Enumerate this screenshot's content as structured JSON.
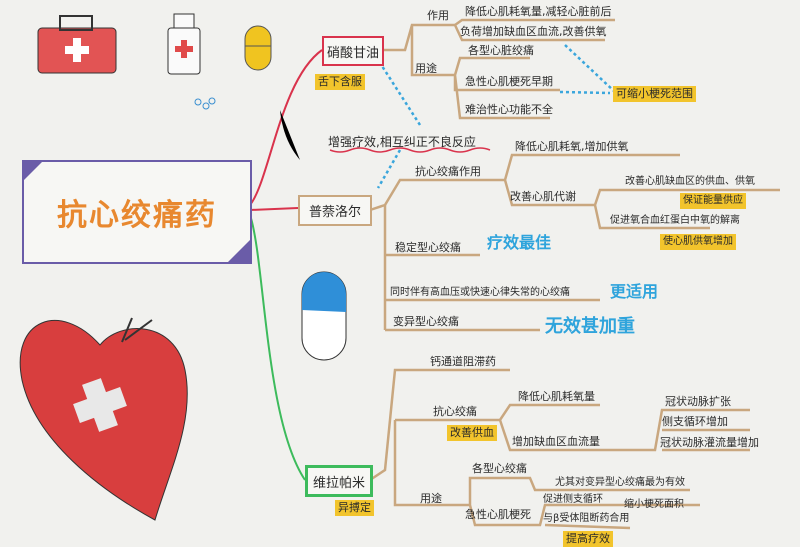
{
  "title": "抗心绞痛药",
  "branches": {
    "nitroglycerin": {
      "name": "硝酸甘油",
      "route": "舌下含服",
      "effect_label": "作用",
      "effects": [
        "降低心肌耗氧量,减轻心脏前后",
        "负荷增加缺血区血流,改善供氧"
      ],
      "use_label": "用途",
      "uses": [
        "各型心脏绞痛",
        "急性心肌梗死早期",
        "难治性心功能不全"
      ],
      "note": "可缩小梗死范围"
    },
    "combination_note": "增强疗效,相互纠正不良反应",
    "propranolol": {
      "name": "普萘洛尔",
      "action_label": "抗心绞痛作用",
      "action_1": "降低心肌耗氧,增加供氧",
      "action_2": "改善心肌代谢",
      "metabolism_1": "改善心肌缺血区的供血、供氧",
      "metabolism_1_note": "保证能量供应",
      "metabolism_2": "促进氧合血红蛋白中氧的解离",
      "metabolism_2_note": "使心肌供氧增加",
      "uses": [
        {
          "label": "稳定型心绞痛",
          "note": "疗效最佳"
        },
        {
          "label": "同时伴有高血压或快速心律失常的心绞痛",
          "note": "更适用"
        },
        {
          "label": "变异型心绞痛",
          "note": "无效甚加重"
        }
      ]
    },
    "verapamil": {
      "name": "维拉帕米",
      "alias": "异搏定",
      "class": "钙通道阻滞药",
      "anti_label": "抗心绞痛",
      "anti_note": "改善供血",
      "anti_1": "降低心肌耗氧量",
      "anti_2": "增加缺血区血流量",
      "flow": [
        "冠状动脉扩张",
        "侧支循环增加",
        "冠状动脉灌流量增加"
      ],
      "use_label": "用途",
      "use_1": "各型心绞痛",
      "use_1_note": "尤其对变异型心绞痛最为有效",
      "use_2": "急性心肌梗死",
      "use_2_a": "促进侧支循环",
      "use_2_b": "缩小梗死面积",
      "use_2_c": "与β受体阻断药合用",
      "use_2_c_note": "提高疗效"
    }
  }
}
